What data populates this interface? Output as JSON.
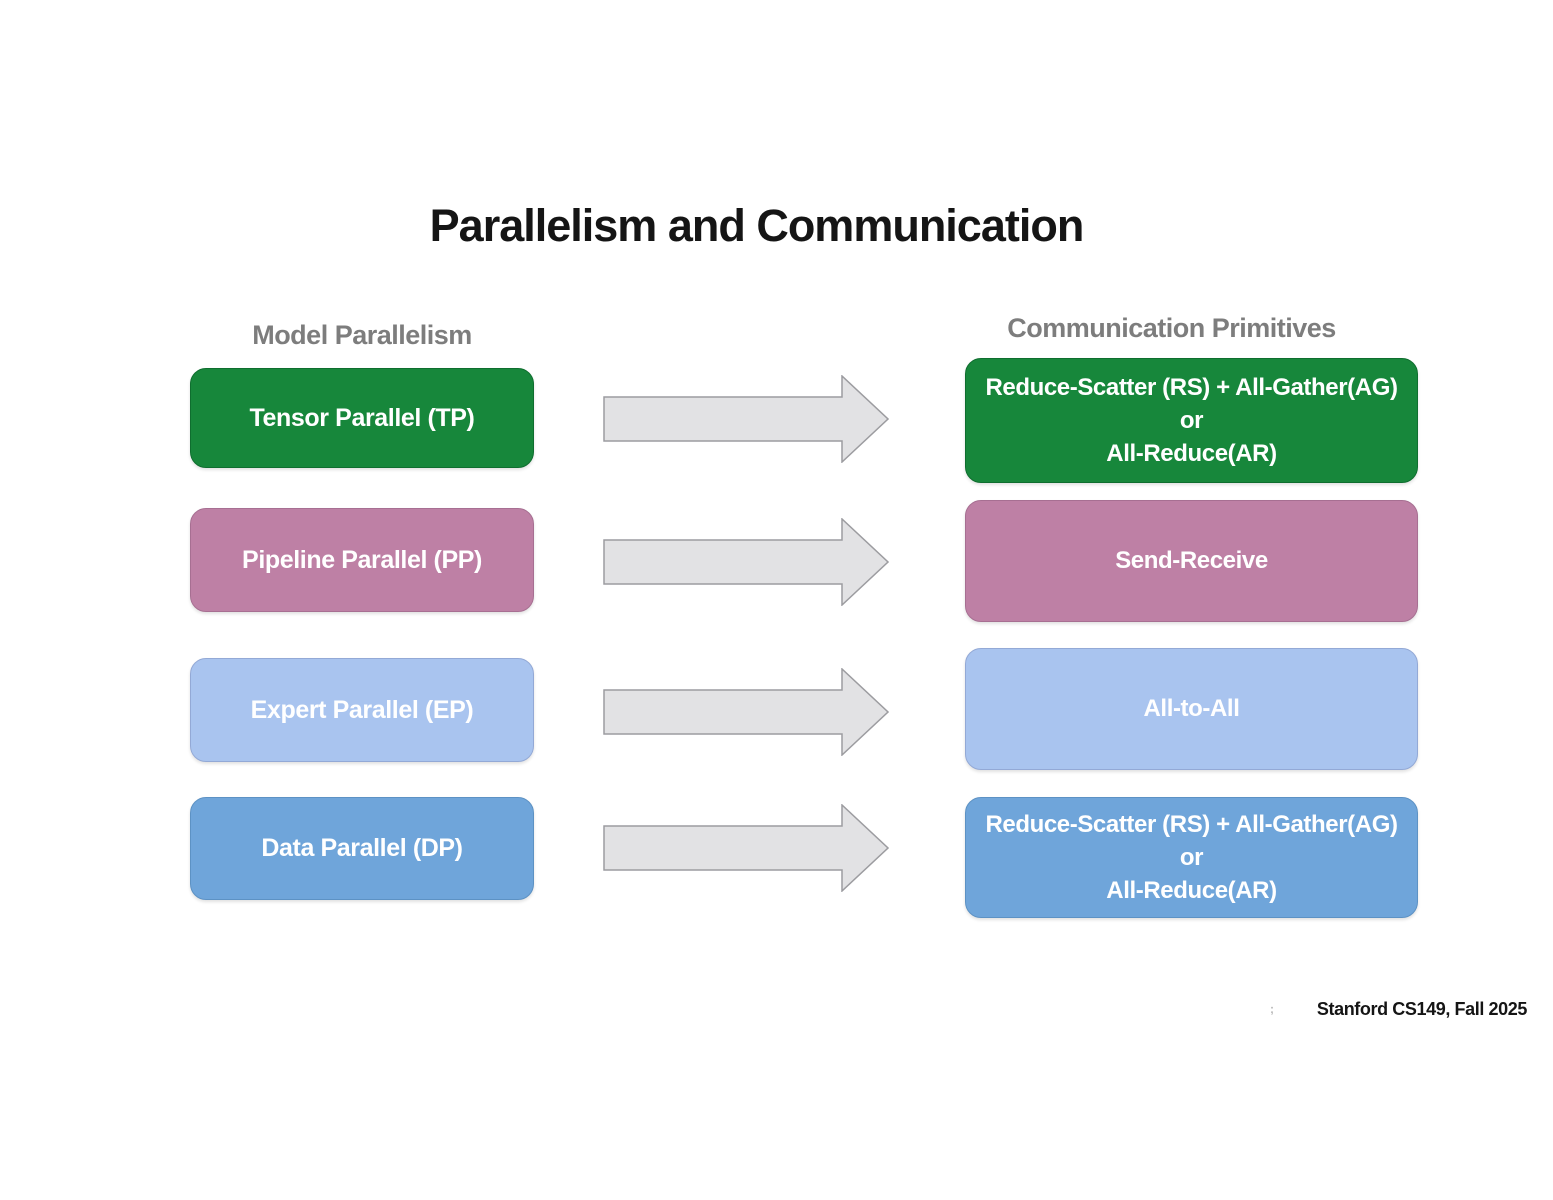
{
  "slide": {
    "title": "Parallelism and Communication",
    "left_column_header": "Model Parallelism",
    "right_column_header": "Communication Primitives",
    "footer": "Stanford CS149, Fall 2025",
    "page_mark": ";"
  },
  "colors": {
    "green": "#17873b",
    "mauve": "#be80a5",
    "light_blue": "#a9c4ef",
    "blue": "#6fa5da",
    "arrow_fill": "#e2e2e4",
    "arrow_stroke": "#9c9ca0",
    "header_gray": "#7d7d7d"
  },
  "rows": [
    {
      "model_parallelism": "Tensor Parallel (TP)",
      "communication": [
        "Reduce-Scatter (RS) + All-Gather(AG)",
        "or",
        "All-Reduce(AR)"
      ],
      "color_name": "green"
    },
    {
      "model_parallelism": "Pipeline Parallel (PP)",
      "communication": [
        "Send-Receive"
      ],
      "color_name": "mauve"
    },
    {
      "model_parallelism": "Expert Parallel (EP)",
      "communication": [
        "All-to-All"
      ],
      "color_name": "light_blue"
    },
    {
      "model_parallelism": "Data Parallel (DP)",
      "communication": [
        "Reduce-Scatter (RS) + All-Gather(AG)",
        "or",
        "All-Reduce(AR)"
      ],
      "color_name": "blue"
    }
  ]
}
